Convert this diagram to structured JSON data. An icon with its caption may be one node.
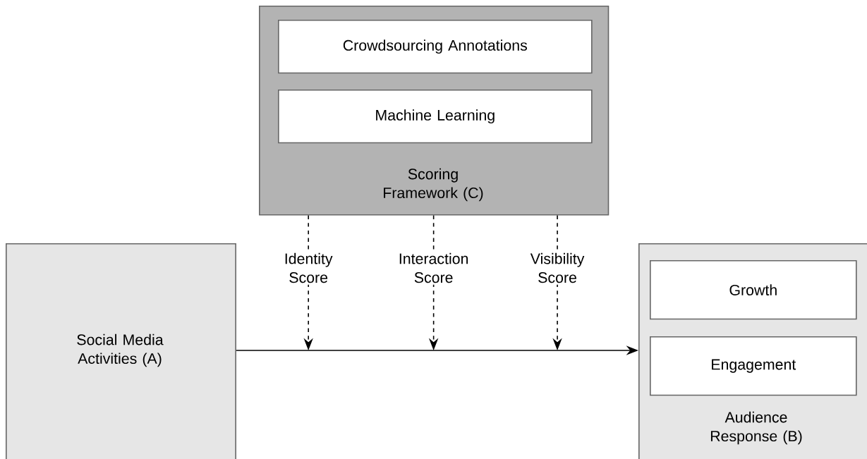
{
  "diagram": {
    "nodes": [
      {
        "text": [
          "Scoring Framework (C)"
        ]
      },
      {
        "text": [
          "Crowdsourcing Annotations"
        ],
        "in": 0
      },
      {
        "text": [
          "Machine Learning"
        ],
        "in": 0
      },
      {
        "text": [
          "Social Media Activities (A)"
        ]
      },
      {
        "text": [
          "Audience Response (B)"
        ]
      },
      {
        "text": [
          "Growth"
        ],
        "in": 4
      },
      {
        "text": [
          "Engagement"
        ],
        "in": 4
      }
    ],
    "edges": [
      {
        "from": 3,
        "to": 4,
        "arrow": "to"
      },
      {
        "from": 0,
        "to": null,
        "arrow": "to",
        "style": "dashed",
        "label": "Identity Score"
      },
      {
        "from": 0,
        "to": null,
        "arrow": "to",
        "style": "dashed",
        "label": "Interaction Score"
      },
      {
        "from": 0,
        "to": null,
        "arrow": "to",
        "style": "dashed",
        "label": "Visibility Score"
      }
    ]
  }
}
